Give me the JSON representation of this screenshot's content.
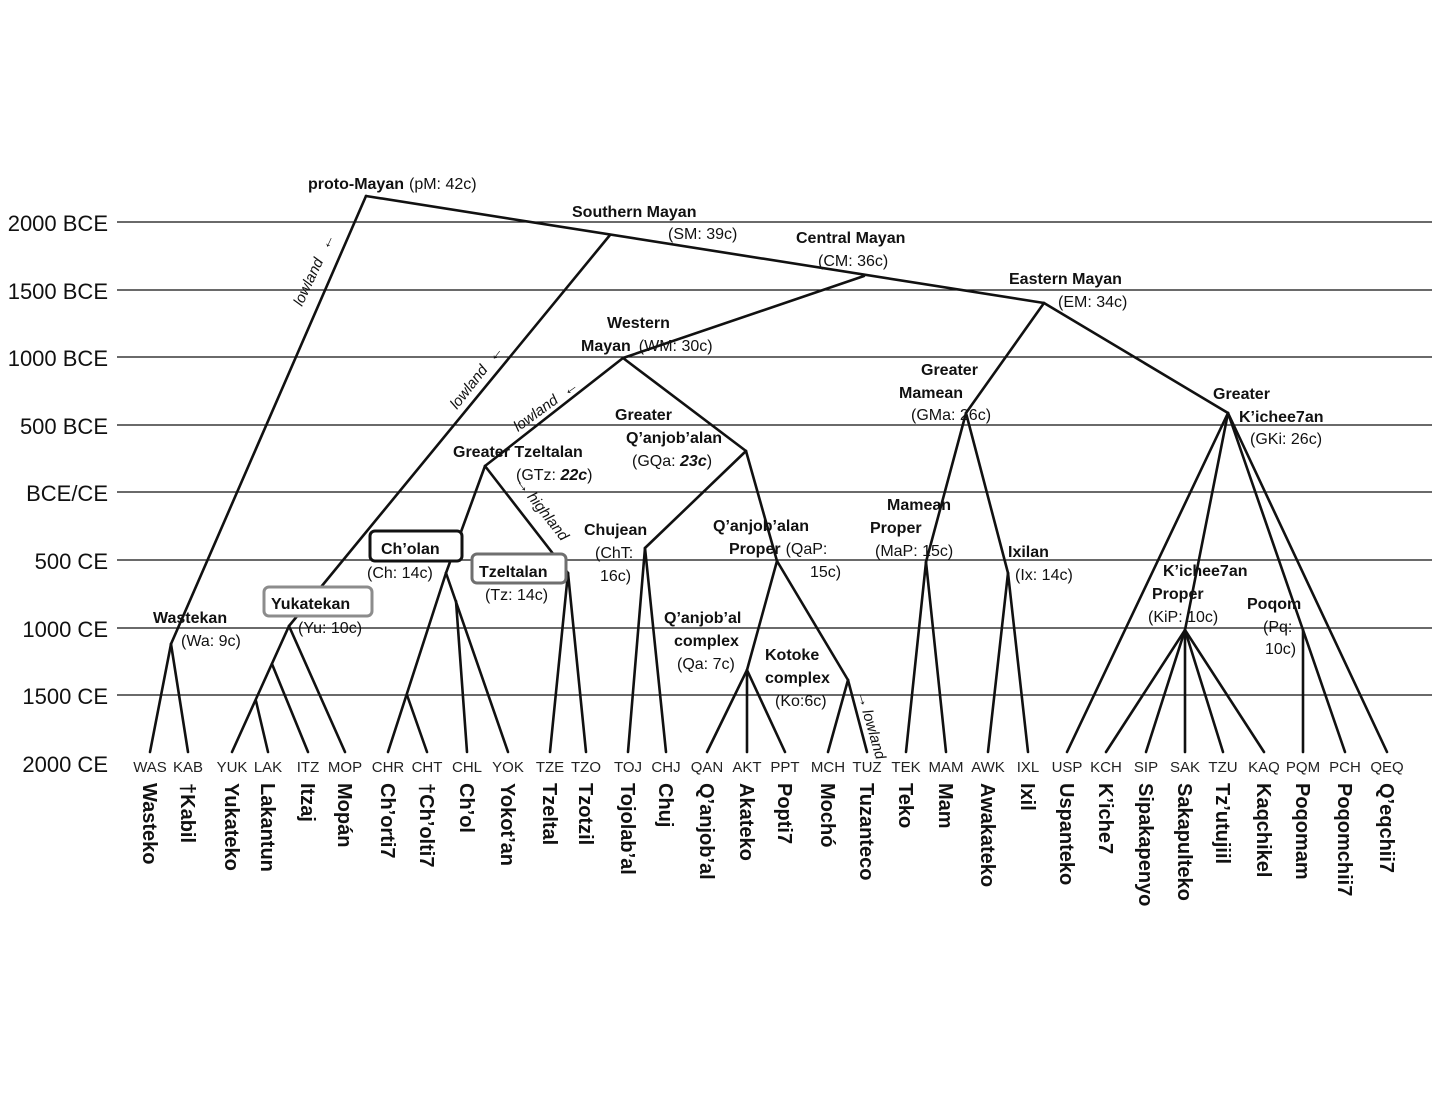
{
  "time_axis": [
    "2000 BCE",
    "1500 BCE",
    "1000 BCE",
    "500 BCE",
    "BCE/CE",
    "500 CE",
    "1000 CE",
    "1500 CE",
    "2000 CE"
  ],
  "nodes": {
    "pm": {
      "name": "proto-Mayan",
      "info": "(pM: 42c)"
    },
    "sm": {
      "name": "Southern Mayan",
      "info": "(SM: 39c)"
    },
    "cm": {
      "name": "Central Mayan",
      "info": "(CM: 36c)"
    },
    "em": {
      "name": "Eastern Mayan",
      "info": "(EM: 34c)"
    },
    "wm": {
      "name1": "Western",
      "name2": "Mayan",
      "info": "(WM: 30c)"
    },
    "gma": {
      "name1": "Greater",
      "name2": "Mamean",
      "info": "(GMa: 26c)"
    },
    "gki": {
      "name1": "Greater",
      "name2": "K’ichee7an",
      "info": "(GKi: 26c)"
    },
    "gqa": {
      "name1": "Greater",
      "name2": "Q’anjob’alan",
      "info_pre": "(GQa: ",
      "info_em": "23c",
      "info_post": ")"
    },
    "gtz": {
      "name": "Greater Tzeltalan",
      "info_pre": "(GTz: ",
      "info_em": "22c",
      "info_post": ")"
    },
    "ch": {
      "name": "Ch’olan",
      "info": "(Ch: 14c)"
    },
    "tz": {
      "name": "Tzeltalan",
      "info": "(Tz: 14c)"
    },
    "cht": {
      "name": "Chujean",
      "info1": "(ChT:",
      "info2": "16c)"
    },
    "qap": {
      "name1": "Q’anjob’alan",
      "name2": "Proper",
      "info1": "(QaP:",
      "info2": "15c)"
    },
    "map": {
      "name1": "Mamean",
      "name2": "Proper",
      "info": "(MaP: 15c)"
    },
    "ix": {
      "name": "Ixilan",
      "info": "(Ix: 14c)"
    },
    "kip": {
      "name1": "K’ichee7an",
      "name2": "Proper",
      "info": "(KiP: 10c)"
    },
    "pq": {
      "name": "Poqom",
      "info1": "(Pq:",
      "info2": "10c)"
    },
    "wa": {
      "name": "Wastekan",
      "info": "(Wa: 9c)"
    },
    "yu": {
      "name": "Yukatekan",
      "info": "(Yu: 10c)"
    },
    "qa": {
      "name1": "Q’anjob’al",
      "name2": "complex",
      "info": "(Qa: 7c)"
    },
    "ko": {
      "name1": "Kotoke",
      "name2": "complex",
      "info": "(Ko:6c)"
    }
  },
  "migrations": {
    "lowland": "lowland",
    "highland": "highland",
    "arrow_left": "←",
    "arrow_right": "→"
  },
  "leaves": [
    {
      "code": "WAS",
      "name": "Wasteko"
    },
    {
      "code": "KAB",
      "name": "†Kabil"
    },
    {
      "code": "YUK",
      "name": "Yukateko"
    },
    {
      "code": "LAK",
      "name": "Lakantun"
    },
    {
      "code": "ITZ",
      "name": "Itzaj"
    },
    {
      "code": "MOP",
      "name": "Mopán"
    },
    {
      "code": "CHR",
      "name": "Ch’orti7"
    },
    {
      "code": "CHT",
      "name": "†Ch’olti7"
    },
    {
      "code": "CHL",
      "name": "Ch’ol"
    },
    {
      "code": "YOK",
      "name": "Yokot’an"
    },
    {
      "code": "TZE",
      "name": "Tzeltal"
    },
    {
      "code": "TZO",
      "name": "Tzotzil"
    },
    {
      "code": "TOJ",
      "name": "Tojolab’al"
    },
    {
      "code": "CHJ",
      "name": "Chuj"
    },
    {
      "code": "QAN",
      "name": "Q’anjob’al"
    },
    {
      "code": "AKT",
      "name": "Akateko"
    },
    {
      "code": "PPT",
      "name": "Popti7"
    },
    {
      "code": "MCH",
      "name": "Mochó"
    },
    {
      "code": "TUZ",
      "name": "Tuzanteco"
    },
    {
      "code": "TEK",
      "name": "Teko"
    },
    {
      "code": "MAM",
      "name": "Mam"
    },
    {
      "code": "AWK",
      "name": "Awakateko"
    },
    {
      "code": "IXL",
      "name": "Ixil"
    },
    {
      "code": "USP",
      "name": "Uspanteko"
    },
    {
      "code": "KCH",
      "name": "K’iche7"
    },
    {
      "code": "SIP",
      "name": "Sipakapenyo"
    },
    {
      "code": "SAK",
      "name": "Sakapulteko"
    },
    {
      "code": "TZU",
      "name": "Tz’utujiil"
    },
    {
      "code": "KAQ",
      "name": "Kaqchikel"
    },
    {
      "code": "PQM",
      "name": "Poqomam"
    },
    {
      "code": "PCH",
      "name": "Poqomchii7"
    },
    {
      "code": "QEQ",
      "name": "Q’eqchii7"
    }
  ]
}
